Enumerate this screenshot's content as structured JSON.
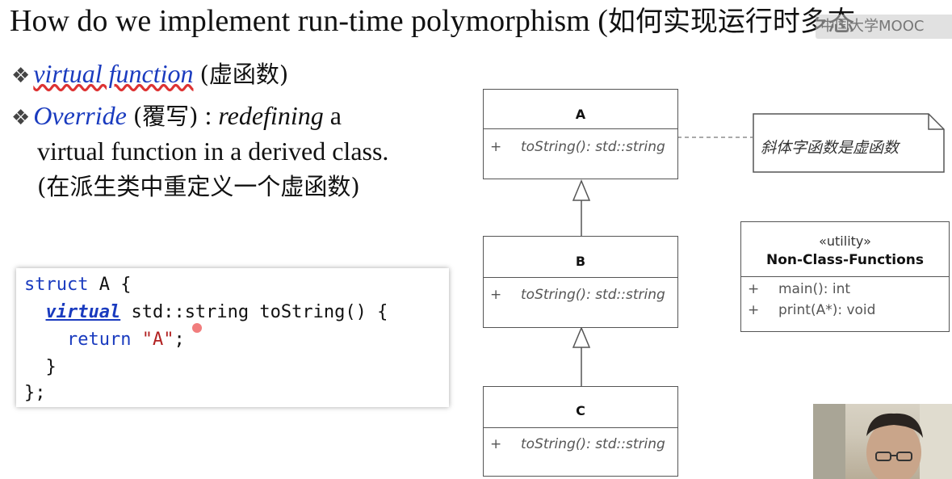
{
  "slide": {
    "title_en": "How do we implement run-time polymorphism (",
    "title_cn": "如何实现运行时多态",
    "watermark": "中国大学MOOC",
    "bullet1": {
      "term": "virtual function",
      "cn": "(虚函数)"
    },
    "bullet2": {
      "term": "Override",
      "cn": "(覆写)",
      "colon": " : ",
      "redefining": "redefining",
      "rest1": " a",
      "line2": "virtual function in a derived class.",
      "line3": "(在派生类中重定义一个虚函数)"
    }
  },
  "code": {
    "l1_kw": "struct",
    "l1_rest": " A {",
    "l2_indent": "  ",
    "l2_kw": "virtual",
    "l2_rest": " std::string toString() {",
    "l3_indent": "    ",
    "l3_kw": "return",
    "l3_space": " ",
    "l3_str": "\"A\"",
    "l3_end": ";",
    "l4": "  }",
    "l5": "};"
  },
  "uml": {
    "class_a": {
      "name": "A",
      "plus": "+",
      "member": "toString(): std::string"
    },
    "class_b": {
      "name": "B",
      "plus": "+",
      "member": "toString(): std::string"
    },
    "class_c": {
      "name": "C",
      "plus": "+",
      "member": "toString(): std::string"
    },
    "note": "斜体字函数是虚函数",
    "utility": {
      "stereotype": "«utility»",
      "name": "Non-Class-Functions",
      "m1_plus": "+",
      "m1": "main(): int",
      "m2_plus": "+",
      "m2": "print(A*): void"
    }
  },
  "colors": {
    "accent_blue": "#1a3bbf",
    "string_red": "#b22222",
    "uml_border": "#555555"
  }
}
